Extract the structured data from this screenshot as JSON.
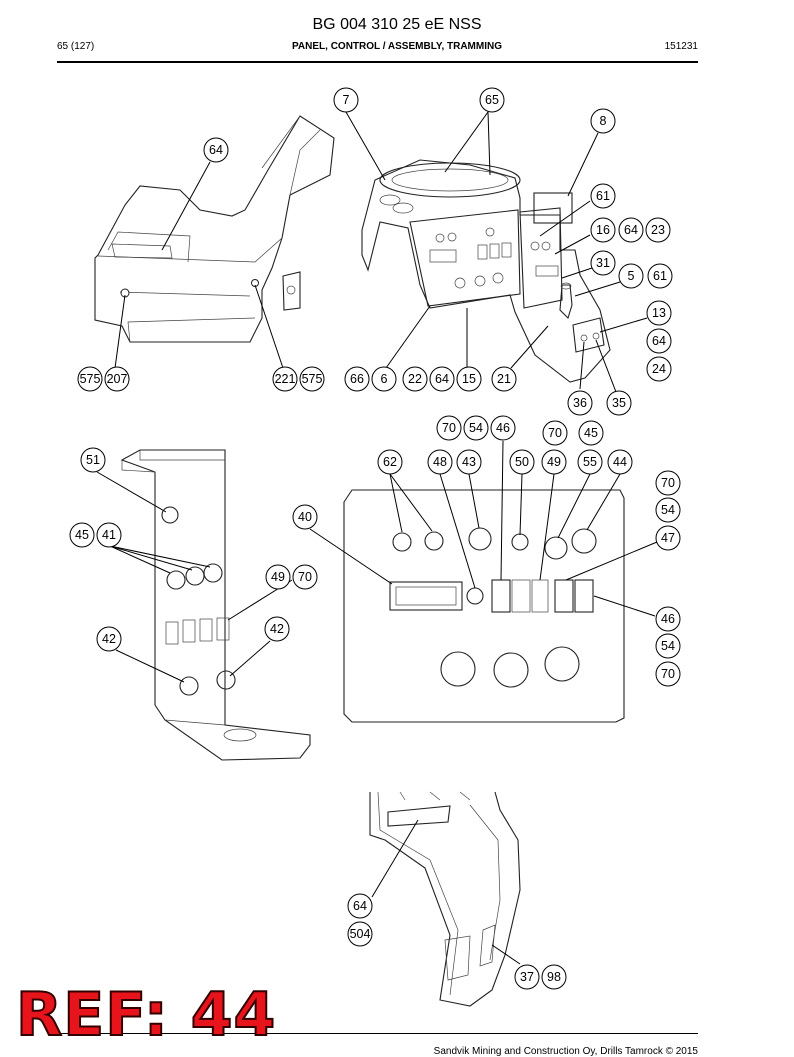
{
  "header": {
    "doc_title": "BG 004 310 25 eE NSS",
    "page": "65 (127)",
    "section": "PANEL, CONTROL / ASSEMBLY, TRAMMING",
    "code": "151231"
  },
  "callouts": {
    "c7": "7",
    "c65": "65",
    "c8": "8",
    "c64a": "64",
    "c61a": "61",
    "c16": "16",
    "c64b": "64",
    "c23": "23",
    "c31": "31",
    "c5": "5",
    "c61b": "61",
    "c13": "13",
    "c64c": "64",
    "c24": "24",
    "c575a": "575",
    "c207": "207",
    "c221": "221",
    "c575b": "575",
    "c66": "66",
    "c6": "6",
    "c22": "22",
    "c64d": "64",
    "c15": "15",
    "c21": "21",
    "c36": "36",
    "c35": "35",
    "c70a": "70",
    "c54a": "54",
    "c46a": "46",
    "c70b": "70",
    "c45a": "45",
    "c51": "51",
    "c62": "62",
    "c48": "48",
    "c43": "43",
    "c50": "50",
    "c49a": "49",
    "c55": "55",
    "c44": "44",
    "c70c": "70",
    "c54b": "54",
    "c47": "47",
    "c40": "40",
    "c45b": "45",
    "c41": "41",
    "c49b": "49",
    "c70d": "70",
    "c42a": "42",
    "c42b": "42",
    "c46b": "46",
    "c54c": "54",
    "c70e": "70",
    "c64e": "64",
    "c504": "504",
    "c37": "37",
    "c98": "98"
  },
  "stamp": "REF: 44",
  "footer": "Sandvik Mining and Construction Oy, Drills Tamrock © 2015"
}
